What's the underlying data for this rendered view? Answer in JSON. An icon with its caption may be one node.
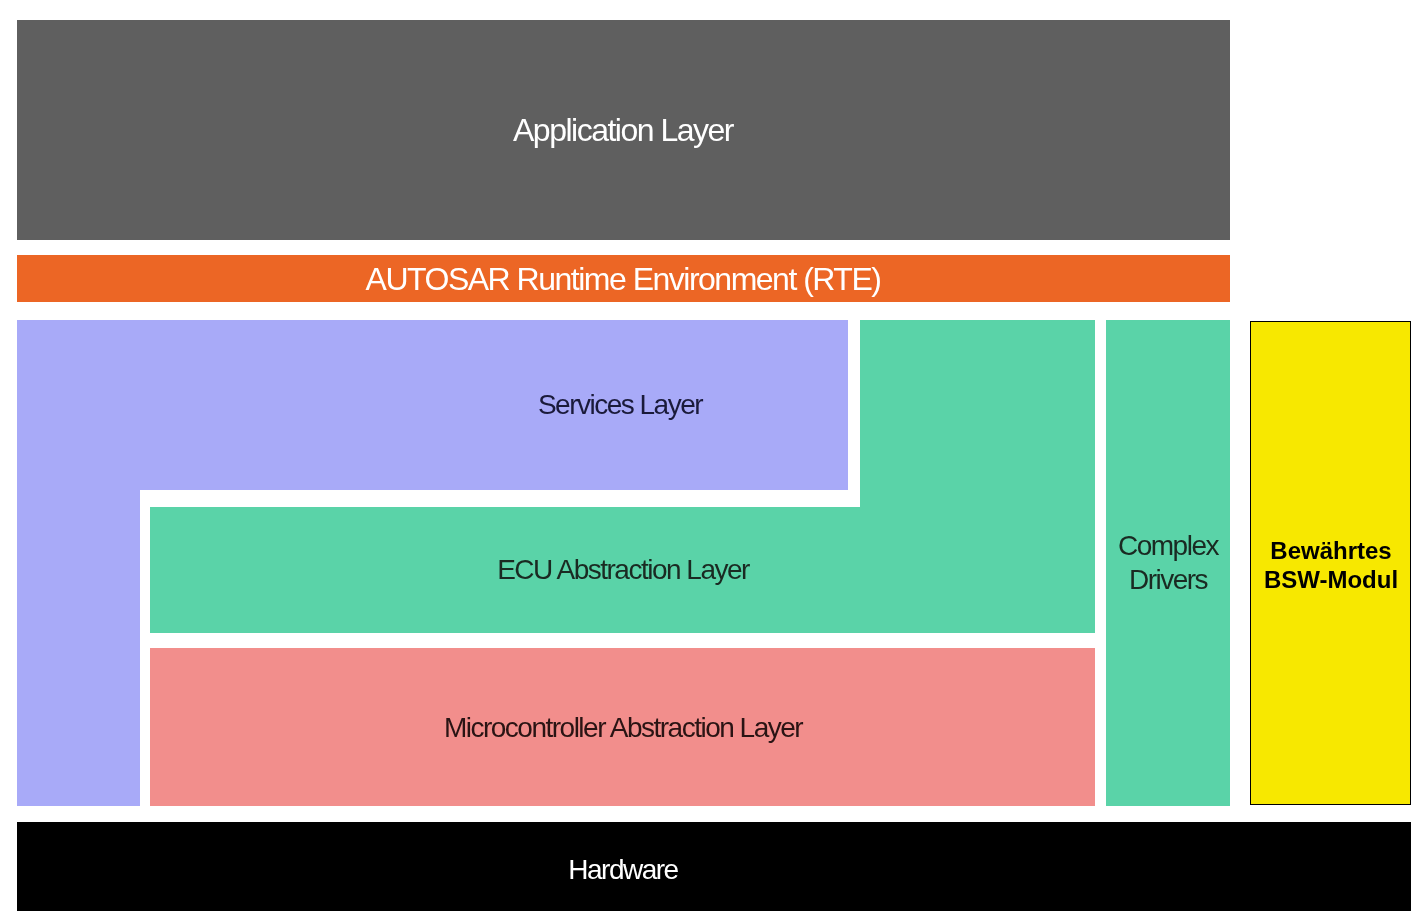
{
  "diagram": {
    "nodes": [
      {
        "text": [
          "Application Layer"
        ]
      },
      {
        "text": [
          "AUTOSAR Runtime Environment (RTE)"
        ]
      },
      {
        "text": [
          "Services Layer"
        ]
      },
      {
        "text": [
          "ECU Abstraction Layer"
        ]
      },
      {
        "text": [
          "Microcontroller Abstraction Layer"
        ]
      },
      {
        "text": [
          "Complex Drivers"
        ]
      },
      {
        "text": [
          "Bewährtes BSW-Modul"
        ]
      },
      {
        "text": [
          "Hardware"
        ]
      }
    ]
  }
}
